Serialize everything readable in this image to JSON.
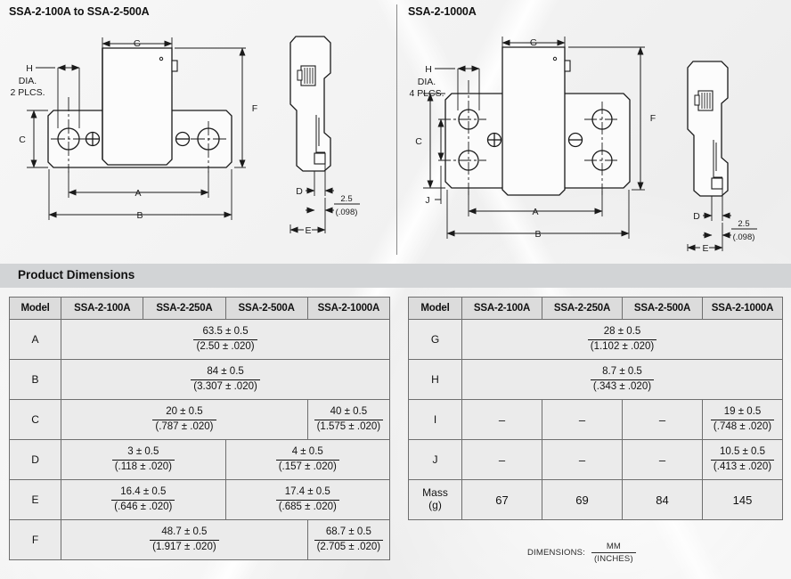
{
  "panels": {
    "left": {
      "title": "SSA-2-100A to SSA-2-500A"
    },
    "right": {
      "title": "SSA-2-1000A"
    }
  },
  "drawings": {
    "left": {
      "labels": {
        "G": "G",
        "H": "H",
        "dia": "DIA.",
        "plcs": "2 PLCS.",
        "C": "C",
        "F": "F",
        "A": "A",
        "B": "B",
        "D": "D",
        "E": "E",
        "thickness_mm": "2.5",
        "thickness_in": "(.098)"
      }
    },
    "right": {
      "labels": {
        "G": "G",
        "H": "H",
        "dia": "DIA.",
        "plcs": "4 PLCS.",
        "C": "C",
        "J": "J",
        "F": "F",
        "A": "A",
        "B": "B",
        "D": "D",
        "E": "E",
        "thickness_mm": "2.5",
        "thickness_in": "(.098)"
      }
    }
  },
  "section": {
    "title": "Product Dimensions"
  },
  "tables": {
    "columns": [
      "Model",
      "SSA-2-100A",
      "SSA-2-250A",
      "SSA-2-500A",
      "SSA-2-1000A"
    ],
    "left": {
      "rows": [
        {
          "label": "A",
          "cells": [
            {
              "span": 4,
              "mm": "63.5 ± 0.5",
              "in": "(2.50 ± .020)"
            }
          ]
        },
        {
          "label": "B",
          "cells": [
            {
              "span": 4,
              "mm": "84 ± 0.5",
              "in": "(3.307 ± .020)"
            }
          ]
        },
        {
          "label": "C",
          "cells": [
            {
              "span": 3,
              "mm": "20 ± 0.5",
              "in": "(.787 ± .020)"
            },
            {
              "span": 1,
              "mm": "40 ± 0.5",
              "in": "(1.575 ± .020)"
            }
          ]
        },
        {
          "label": "D",
          "cells": [
            {
              "span": 2,
              "mm": "3 ± 0.5",
              "in": "(.118 ± .020)"
            },
            {
              "span": 2,
              "mm": "4 ± 0.5",
              "in": "(.157 ± .020)"
            }
          ]
        },
        {
          "label": "E",
          "cells": [
            {
              "span": 2,
              "mm": "16.4 ± 0.5",
              "in": "(.646 ± .020)"
            },
            {
              "span": 2,
              "mm": "17.4 ± 0.5",
              "in": "(.685 ± .020)"
            }
          ]
        },
        {
          "label": "F",
          "cells": [
            {
              "span": 3,
              "mm": "48.7 ± 0.5",
              "in": "(1.917 ± .020)"
            },
            {
              "span": 1,
              "mm": "68.7 ± 0.5",
              "in": "(2.705 ± .020)"
            }
          ]
        }
      ]
    },
    "right": {
      "rows": [
        {
          "label": "G",
          "cells": [
            {
              "span": 4,
              "mm": "28 ± 0.5",
              "in": "(1.102 ± .020)"
            }
          ]
        },
        {
          "label": "H",
          "cells": [
            {
              "span": 4,
              "mm": "8.7 ± 0.5",
              "in": "(.343 ± .020)"
            }
          ]
        },
        {
          "label": "I",
          "cells": [
            {
              "span": 1,
              "text": "–"
            },
            {
              "span": 1,
              "text": "–"
            },
            {
              "span": 1,
              "text": "–"
            },
            {
              "span": 1,
              "mm": "19 ± 0.5",
              "in": "(.748 ± .020)"
            }
          ]
        },
        {
          "label": "J",
          "cells": [
            {
              "span": 1,
              "text": "–"
            },
            {
              "span": 1,
              "text": "–"
            },
            {
              "span": 1,
              "text": "–"
            },
            {
              "span": 1,
              "mm": "10.5 ± 0.5",
              "in": "(.413 ± .020)"
            }
          ]
        },
        {
          "label": "Mass\n(g)",
          "label_line1": "Mass",
          "label_line2": "(g)",
          "cells": [
            {
              "span": 1,
              "text": "67"
            },
            {
              "span": 1,
              "text": "69"
            },
            {
              "span": 1,
              "text": "84"
            },
            {
              "span": 1,
              "text": "145"
            }
          ]
        }
      ]
    }
  },
  "footer": {
    "dimensions_label": "DIMENSIONS:",
    "unit_num": "MM",
    "unit_den": "(INCHES)"
  },
  "colors": {
    "section_bar": "#d2d4d6",
    "table_header": "#dcdcdc",
    "table_cell": "#ebebeb",
    "line": "#1a1a1a",
    "page_bg": "#f2f2f2"
  }
}
